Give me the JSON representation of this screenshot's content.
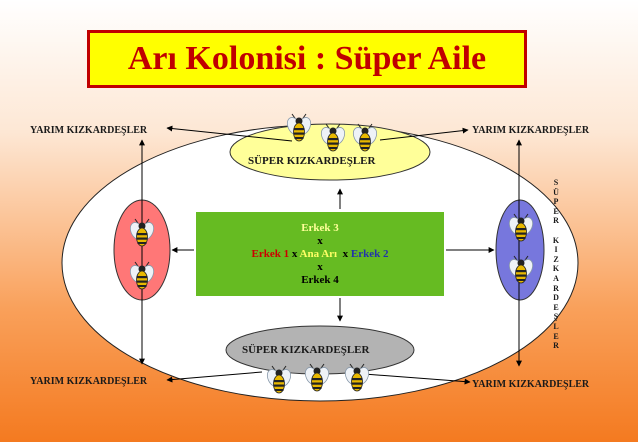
{
  "title": "Arı Kolonisi : Süper Aile",
  "labels": {
    "top_left": "YARIM KIZKARDEŞLER",
    "top_right": "YARIM KIZKARDEŞLER",
    "bottom_left": "YARIM KIZKARDEŞLER",
    "bottom_right": "YARIM KIZKARDEŞLER",
    "super_top": "SÜPER KIZKARDEŞLER",
    "super_bottom": "SÜPER KIZKARDEŞLER",
    "vertical": "SÜPER KIZKARDEŞLER"
  },
  "center": {
    "erkek3": "Erkek 3",
    "x_top": "x",
    "erkek1": "Erkek 1",
    "x1": "x",
    "ana_ari": "Ana Arı",
    "x2": "x",
    "erkek2": "Erkek 2",
    "x_bottom": "x",
    "erkek4": "Erkek 4"
  },
  "colors": {
    "title_bg": "#ffff00",
    "title_text": "#c00000",
    "center_box": "#66bb22",
    "top_ellipse": "#ffff99",
    "bottom_ellipse": "#b3b3b3",
    "left_ellipse": "#ff7777",
    "right_ellipse": "#7777dd",
    "erkek3": "#ffff99",
    "erkek1": "#cc0000",
    "ana_ari": "#ffff66",
    "erkek2": "#2233aa",
    "erkek4": "#000000"
  },
  "icons": [
    "bee-icon"
  ]
}
